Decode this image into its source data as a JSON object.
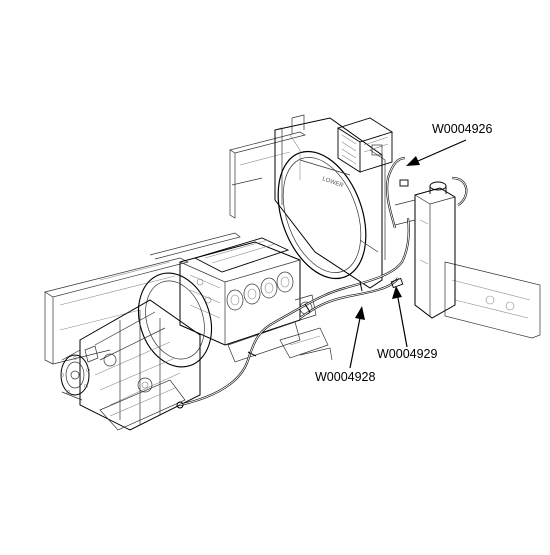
{
  "callouts": [
    {
      "id": "W0004926"
    },
    {
      "id": "W0004929"
    },
    {
      "id": "W0004928"
    }
  ],
  "colors": {
    "line": "#000000",
    "background": "#ffffff"
  }
}
